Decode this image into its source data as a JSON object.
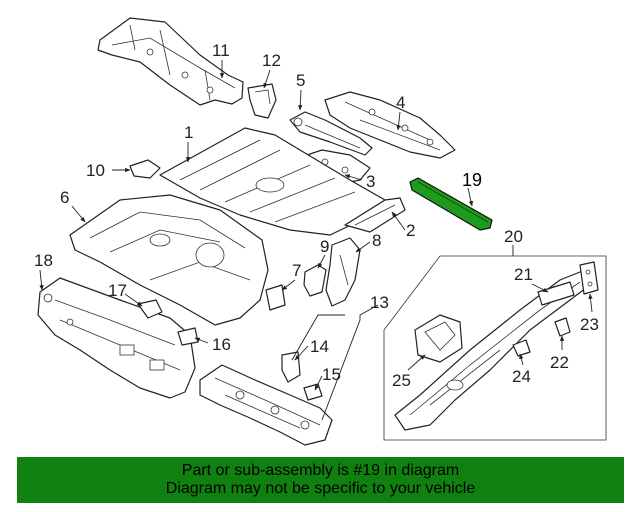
{
  "diagram": {
    "callouts": [
      "1",
      "2",
      "3",
      "4",
      "5",
      "6",
      "7",
      "8",
      "9",
      "10",
      "11",
      "12",
      "13",
      "14",
      "15",
      "16",
      "17",
      "18",
      "19",
      "20",
      "21",
      "22",
      "23",
      "24",
      "25"
    ],
    "highlighted_part": "19",
    "highlight_color": "#1e9a1e"
  },
  "banner": {
    "line1": "Part or sub-assembly is #19 in diagram",
    "line2": "Diagram may not be specific to your vehicle",
    "background": "#108010"
  }
}
